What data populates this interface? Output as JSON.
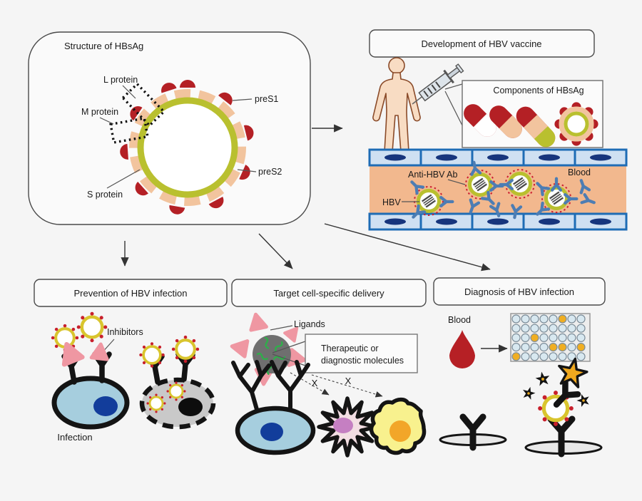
{
  "structure": {
    "title": "Structure of HBsAg",
    "labels": {
      "l_protein": "L protein",
      "m_protein": "M protein",
      "s_protein": "S protein",
      "pres1": "preS1",
      "pres2": "preS2"
    }
  },
  "vaccine": {
    "title": "Development of HBV vaccine",
    "components_title": "Components of HBsAg",
    "labels": {
      "anti_hbv_ab": "Anti-HBV Ab",
      "hbv": "HBV",
      "blood": "Blood"
    }
  },
  "prevention": {
    "title": "Prevention of HBV infection",
    "labels": {
      "inhibitors": "Inhibitors",
      "infection": "Infection"
    }
  },
  "delivery": {
    "title": "Target cell-specific delivery",
    "labels": {
      "ligands": "Ligands",
      "molecules_line1": "Therapeutic or",
      "molecules_line2": "diagnostic molecules",
      "blocked_mark": "X"
    }
  },
  "diagnosis": {
    "title": "Diagnosis of HBV infection",
    "labels": {
      "blood": "Blood"
    },
    "plate": {
      "rows": 5,
      "cols": 8,
      "positive_wells": [
        [
          1,
          6
        ],
        [
          3,
          3
        ],
        [
          4,
          5
        ],
        [
          4,
          6
        ],
        [
          4,
          8
        ],
        [
          5,
          1
        ]
      ]
    }
  },
  "colors": {
    "background": "#f5f5f5",
    "panel_border": "#4a4a4a",
    "olive_ring": "#b9c02f",
    "peach": "#f2c49e",
    "dark_red": "#b42025",
    "red_text": "#e8312e",
    "blue_text": "#3a30c8",
    "antibody_blue": "#4d7db3",
    "vessel_cell": "#cfe0f2",
    "vessel_border": "#1e6cb5",
    "vessel_nucleus": "#17357d",
    "plasma": "#f2b88e",
    "cell_blue": "#a6cede",
    "cell_nucleus": "#123d9b",
    "inhibitor_pink": "#ef97a2",
    "gray_cell": "#c9c9c9",
    "nanoparticle_gray": "#6f6f6f",
    "ligand_green": "#2fae4a",
    "star_cell_fill": "#f3dee3",
    "star_cell_nucleus": "#c57fc2",
    "yellow_cell_fill": "#f8f18e",
    "yellow_cell_nucleus": "#f2a629",
    "well_blue": "#d8e8f0",
    "well_border": "#7d8d99",
    "well_positive": "#f0ae22",
    "virus_ring_yellow": "#d9c52e",
    "virus_dot_red": "#c8202c",
    "skin": "#f8dcc3",
    "skin_outline": "#8a4a28",
    "star_yellow": "#f0a81e"
  }
}
